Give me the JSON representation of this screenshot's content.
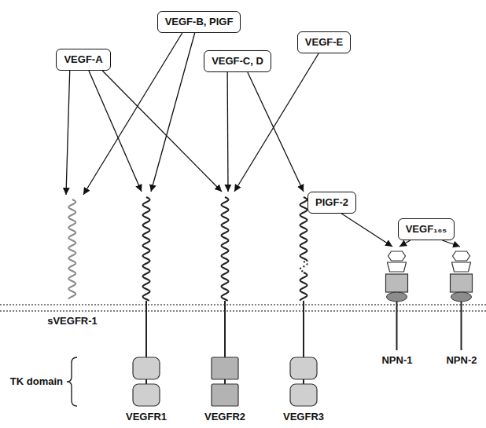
{
  "diagram": {
    "nodes": [
      {
        "text": [
          "VEGF-B, PlGF"
        ]
      },
      {
        "text": [
          "VEGF-A"
        ]
      },
      {
        "text": [
          "VEGF-C, D"
        ]
      },
      {
        "text": [
          "VEGF-E"
        ]
      },
      {
        "text": [
          "PlGF-2"
        ]
      },
      {
        "text": [
          "VEGF₁₆₅"
        ]
      },
      {
        "text": [
          "sVEGFR-1"
        ]
      },
      {
        "text": [
          "VEGFR1"
        ]
      },
      {
        "text": [
          "VEGFR2"
        ]
      },
      {
        "text": [
          "VEGFR3"
        ]
      },
      {
        "text": [
          "NPN-1"
        ]
      },
      {
        "text": [
          "NPN-2"
        ]
      }
    ],
    "edges": [
      {
        "from": 0,
        "to": 6,
        "arrow": "to"
      },
      {
        "from": 0,
        "to": 7,
        "arrow": "to"
      },
      {
        "from": 1,
        "to": 6,
        "arrow": "to"
      },
      {
        "from": 1,
        "to": 7,
        "arrow": "to"
      },
      {
        "from": 1,
        "to": 8,
        "arrow": "to"
      },
      {
        "from": 2,
        "to": 8,
        "arrow": "to"
      },
      {
        "from": 2,
        "to": 9,
        "arrow": "to"
      },
      {
        "from": 3,
        "to": 8,
        "arrow": "to"
      },
      {
        "from": 4,
        "to": 10,
        "arrow": "to"
      },
      {
        "from": 5,
        "to": 10,
        "arrow": "to"
      },
      {
        "from": 5,
        "to": 11,
        "arrow": "to"
      }
    ],
    "labels": [
      "TK domain"
    ]
  }
}
